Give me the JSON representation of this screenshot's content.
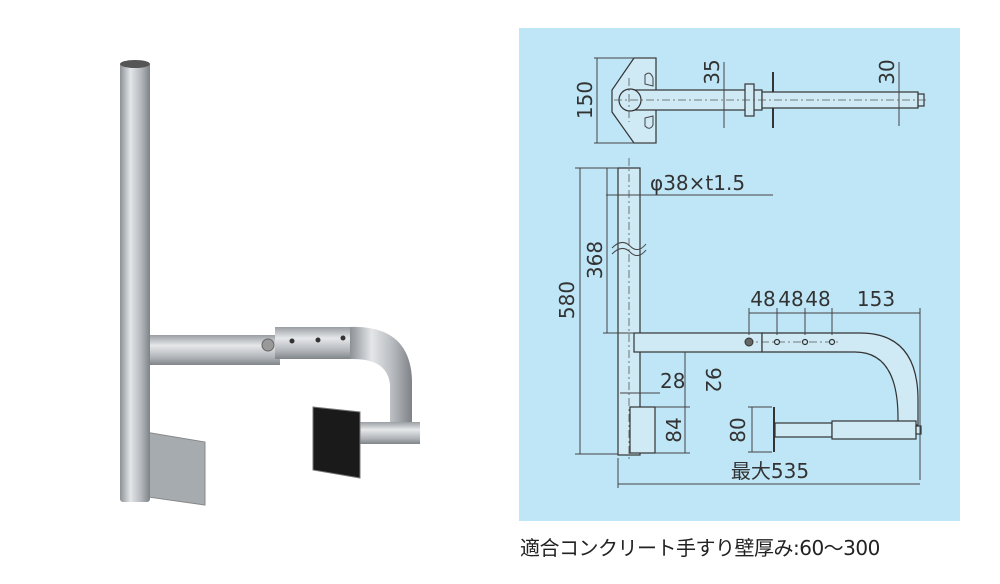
{
  "panel": {
    "background": "#bfe6f7"
  },
  "dimensions": {
    "top_width": "150",
    "pipe_size": "35",
    "rod_size": "30",
    "pipe_spec": "φ38×t1.5",
    "height_total": "580",
    "height_upper": "368",
    "hole_pitch_1": "48",
    "hole_pitch_2": "48",
    "hole_pitch_3": "48",
    "curve_length": "153",
    "bracket_width": "28",
    "bracket_gap": "92",
    "bracket_height": "84",
    "pad_height": "80",
    "max_length": "最大535"
  },
  "caption": "適合コンクリート手すり壁厚み:60〜300"
}
